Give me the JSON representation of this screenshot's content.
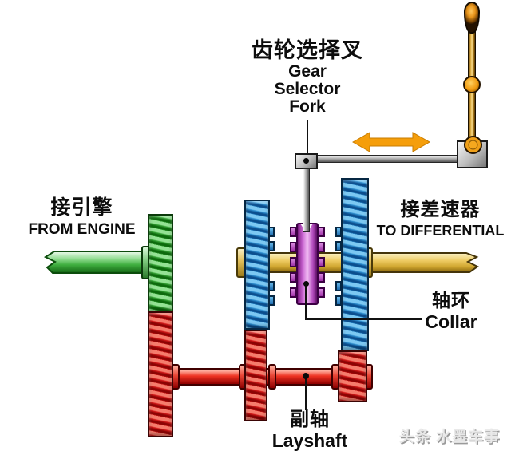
{
  "labels": {
    "gear_selector_fork": {
      "zh": "齿轮选择叉",
      "en_lines": [
        "Gear",
        "Selector",
        "Fork"
      ]
    },
    "from_engine": {
      "zh": "接引擎",
      "en": "FROM ENGINE"
    },
    "to_differential": {
      "zh": "接差速器",
      "en": "TO DIFFERENTIAL"
    },
    "collar": {
      "zh": "轴环",
      "en": "Collar"
    },
    "layshaft": {
      "zh": "副轴",
      "en": "Layshaft"
    },
    "watermark": "头条 水墨车事"
  },
  "icons": {
    "selector_motion": "horizontal-double-arrow",
    "gear_lever": "gear-shift-lever"
  },
  "colors": {
    "input_shaft_green": "#3fae3f",
    "main_shaft_gold": "#d9b14e",
    "layshaft_red": "#ee3322",
    "gear_green": "#37a437",
    "gear_blue": "#2f8fd0",
    "gear_red": "#d41b1b",
    "collar_purple": "#c863d0",
    "linkage_gray": "#b2b2b2",
    "arrow_orange": "#f59e0b",
    "lever_orange": "#f09a10",
    "text_black": "#0d0d0d"
  }
}
